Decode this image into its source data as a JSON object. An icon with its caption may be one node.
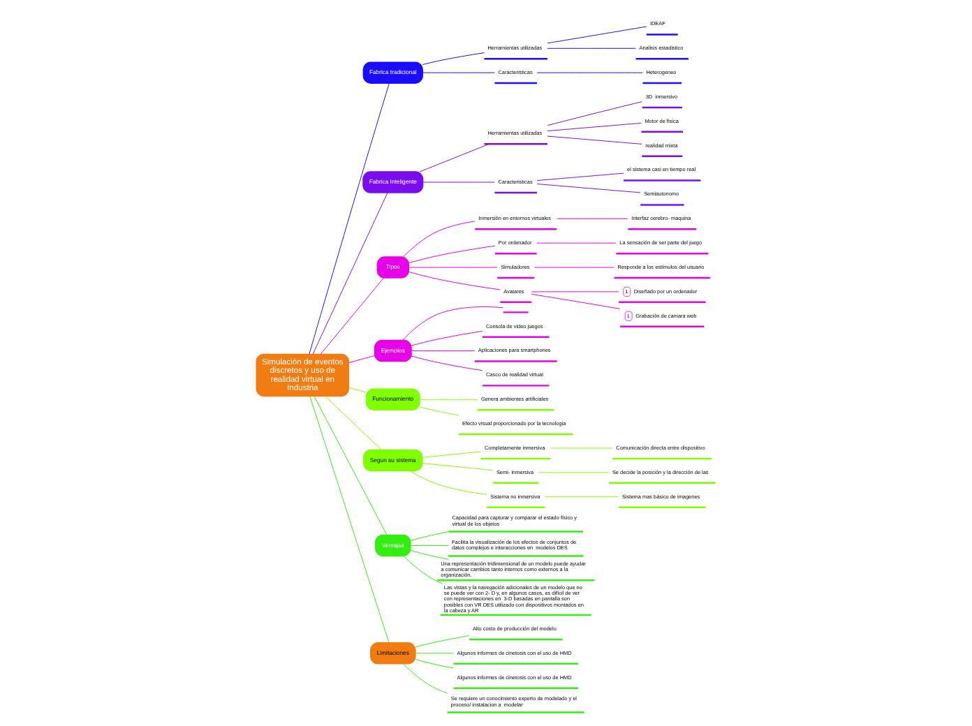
{
  "diagram": {
    "nodes": [
      {
        "text": [
          "Simulación de eventos discretos y uso de realidad virtual en Industria"
        ]
      },
      {
        "text": [
          "Fabrica tradicional"
        ]
      },
      {
        "text": [
          "Herramientas utilizadas"
        ]
      },
      {
        "text": [
          "IDEAF"
        ]
      },
      {
        "text": [
          "Analisis estadistico"
        ]
      },
      {
        "text": [
          "Caracteristicas"
        ]
      },
      {
        "text": [
          "Heterogeneo"
        ]
      },
      {
        "text": [
          "Fabrica Inteligente"
        ]
      },
      {
        "text": [
          "Herramientas utilizadas"
        ]
      },
      {
        "text": [
          "3D  inmersivo"
        ]
      },
      {
        "text": [
          "Motor de fisica"
        ]
      },
      {
        "text": [
          "realidad mixta"
        ]
      },
      {
        "text": [
          "Caracteristicas"
        ]
      },
      {
        "text": [
          "el sistema casi en tiempo real"
        ]
      },
      {
        "text": [
          "Semiautonomo"
        ]
      },
      {
        "text": [
          "Tipos"
        ]
      },
      {
        "text": [
          "Inmersión en entornos virtuales"
        ]
      },
      {
        "text": [
          "Interfaz cerebro- maquina"
        ]
      },
      {
        "text": [
          "Por ordenador"
        ]
      },
      {
        "text": [
          "La sensación de ser parte del juego"
        ]
      },
      {
        "text": [
          "Simuladores"
        ]
      },
      {
        "text": [
          "Responde a los estímulos del usuario"
        ]
      },
      {
        "text": [
          "Avatares"
        ]
      },
      {
        "text": [
          "1",
          "Diseñado por un ordenador"
        ]
      },
      {
        "text": [
          "1",
          "Grabación de camara web"
        ]
      },
      {
        "text": [
          "Ejemplos"
        ]
      },
      {
        "text": [],
        "shape": "bar"
      },
      {
        "text": [
          "Consola de video juegos"
        ]
      },
      {
        "text": [
          "Aplicaciones para smartphones"
        ]
      },
      {
        "text": [
          "Casco de realidad virtual"
        ]
      },
      {
        "text": [
          "Funcionamiento"
        ]
      },
      {
        "text": [
          "Genera ambientes artificiales"
        ]
      },
      {
        "text": [
          "Efecto visual proporcionado por la tecnologia"
        ]
      },
      {
        "text": [
          "Segun su sistema"
        ]
      },
      {
        "text": [
          "Completamente inmersiva"
        ]
      },
      {
        "text": [
          "Comunicación directa entre dispositivo"
        ]
      },
      {
        "text": [
          "Semi- inmersiva"
        ]
      },
      {
        "text": [
          "Se decide la posición y la dirección de las"
        ]
      },
      {
        "text": [
          "Sistema no inmersiva"
        ]
      },
      {
        "text": [
          "Sistema mas básico de imagenes"
        ]
      },
      {
        "text": [
          "Ventajas"
        ]
      },
      {
        "text": [
          "Capacidad para capturar y comparar el estado físico y virtual de los objetos"
        ]
      },
      {
        "text": [
          "Facilita la visualización de los efectos de conjuntos de datos complejos e interacciones en  modelos DES"
        ]
      },
      {
        "text": [
          "Una representación tridimensional de un modelo puede ayudar a comunicar cambios tanto internos como externos a la organización."
        ]
      },
      {
        "text": [
          "Las vistas y la navegación adicionales de un modelo que no se puede ver con 2- D y, en algunos casos, es difícil de ver con representaciones en  3-D basadas en pantalla son posibles con VR DES utilizado con dispositivos montados en la cabeza y AR"
        ]
      },
      {
        "text": [
          "Limitaciones"
        ]
      },
      {
        "text": [
          "Alto costo de producción del modelo"
        ]
      },
      {
        "text": [
          "Algunos informes de cinetosis con el uso de HMD"
        ]
      },
      {
        "text": [
          "Algunos informes de cinetosis con el uso de HMD"
        ]
      },
      {
        "text": [
          "Se requiere un conocimiento experto de modelado y el proceso/ instalacion a  modelar"
        ]
      }
    ],
    "edges": [
      {
        "from": 0,
        "to": 1,
        "arrow": "none",
        "color": "#1a0dff"
      },
      {
        "from": 1,
        "to": 2,
        "arrow": "none",
        "color": "#1a0dff"
      },
      {
        "from": 2,
        "to": 3,
        "arrow": "none",
        "color": "#1a0dff"
      },
      {
        "from": 2,
        "to": 4,
        "arrow": "none",
        "color": "#1a0dff"
      },
      {
        "from": 1,
        "to": 5,
        "arrow": "none",
        "color": "#1a0dff"
      },
      {
        "from": 5,
        "to": 6,
        "arrow": "none",
        "color": "#1a0dff"
      },
      {
        "from": 0,
        "to": 7,
        "arrow": "none",
        "color": "#7a0df0"
      },
      {
        "from": 7,
        "to": 8,
        "arrow": "none",
        "color": "#7a0df0"
      },
      {
        "from": 8,
        "to": 9,
        "arrow": "none",
        "color": "#7a0df0"
      },
      {
        "from": 8,
        "to": 10,
        "arrow": "none",
        "color": "#7a0df0"
      },
      {
        "from": 8,
        "to": 11,
        "arrow": "none",
        "color": "#7a0df0"
      },
      {
        "from": 7,
        "to": 12,
        "arrow": "none",
        "color": "#7a0df0"
      },
      {
        "from": 12,
        "to": 13,
        "arrow": "none",
        "color": "#7a0df0"
      },
      {
        "from": 12,
        "to": 14,
        "arrow": "none",
        "color": "#7a0df0"
      },
      {
        "from": 0,
        "to": 15,
        "arrow": "none"
      },
      {
        "from": 15,
        "to": 16,
        "arrow": "none"
      },
      {
        "from": 16,
        "to": 17,
        "arrow": "none"
      },
      {
        "from": 15,
        "to": 18,
        "arrow": "none"
      },
      {
        "from": 18,
        "to": 19,
        "arrow": "none"
      },
      {
        "from": 15,
        "to": 20,
        "arrow": "none"
      },
      {
        "from": 20,
        "to": 21,
        "arrow": "none"
      },
      {
        "from": 15,
        "to": 22,
        "arrow": "none"
      },
      {
        "from": 22,
        "to": 23,
        "arrow": "none"
      },
      {
        "from": 22,
        "to": 24,
        "arrow": "none"
      },
      {
        "from": 0,
        "to": 25,
        "arrow": "none"
      },
      {
        "from": 25,
        "to": 26,
        "arrow": "none"
      },
      {
        "from": 25,
        "to": 27,
        "arrow": "none"
      },
      {
        "from": 25,
        "to": 28,
        "arrow": "none"
      },
      {
        "from": 25,
        "to": 29,
        "arrow": "none"
      },
      {
        "from": 0,
        "to": 30,
        "arrow": "none",
        "color": "#80ff00"
      },
      {
        "from": 30,
        "to": 31,
        "arrow": "none",
        "color": "#80ff00"
      },
      {
        "from": 30,
        "to": 32,
        "arrow": "none",
        "color": "#80ff00"
      },
      {
        "from": 0,
        "to": 33,
        "arrow": "none",
        "color": "#80ff00"
      },
      {
        "from": 33,
        "to": 34,
        "arrow": "none",
        "color": "#80ff00"
      },
      {
        "from": 34,
        "to": 35,
        "arrow": "none",
        "color": "#80ff00"
      },
      {
        "from": 33,
        "to": 36,
        "arrow": "none",
        "color": "#80ff00"
      },
      {
        "from": 36,
        "to": 37,
        "arrow": "none",
        "color": "#80ff00"
      },
      {
        "from": 33,
        "to": 38,
        "arrow": "none",
        "color": "#80ff00"
      },
      {
        "from": 38,
        "to": 39,
        "arrow": "none",
        "color": "#80ff00"
      },
      {
        "from": 0,
        "to": 40,
        "arrow": "none",
        "color": "#33ee11"
      },
      {
        "from": 40,
        "to": 41,
        "arrow": "none",
        "color": "#33ee11"
      },
      {
        "from": 40,
        "to": 42,
        "arrow": "none",
        "color": "#33ee11"
      },
      {
        "from": 40,
        "to": 43,
        "arrow": "none",
        "color": "#33ee11"
      },
      {
        "from": 40,
        "to": 44,
        "arrow": "none",
        "color": "#33ee11"
      },
      {
        "from": 0,
        "to": 45,
        "arrow": "none",
        "color": "#33ee11"
      },
      {
        "from": 45,
        "to": 46,
        "arrow": "none",
        "color": "#33ee11"
      },
      {
        "from": 45,
        "to": 47,
        "arrow": "none",
        "color": "#33ee11"
      },
      {
        "from": 45,
        "to": 48,
        "arrow": "none",
        "color": "#33ee11"
      },
      {
        "from": 45,
        "to": 49,
        "arrow": "none",
        "color": "#33ee11"
      }
    ]
  }
}
